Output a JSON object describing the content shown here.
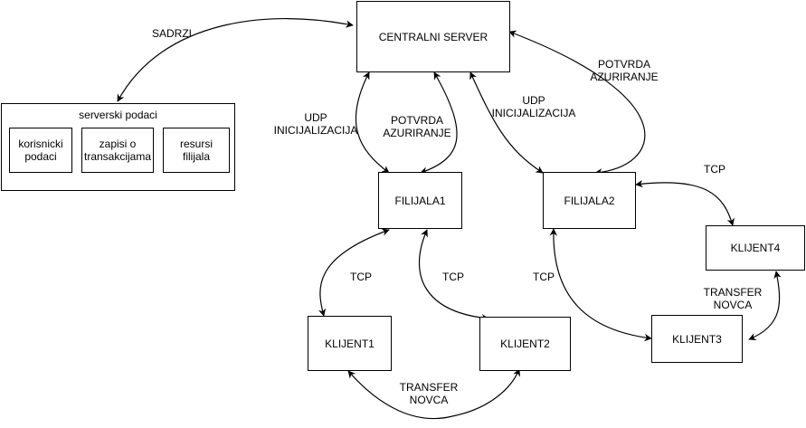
{
  "nodes": {
    "central_server": "CENTRALNI SERVER",
    "filijala1": "FILIJALA1",
    "filijala2": "FILIJALA2",
    "klijent1": "KLIJENT1",
    "klijent2": "KLIJENT2",
    "klijent3": "KLIJENT3",
    "klijent4": "KLIJENT4"
  },
  "data_store": {
    "title": "serverski podaci",
    "items": [
      "korisnicki\npodaci",
      "zapisi o\ntransakcijama",
      "resursi\nfilijala"
    ]
  },
  "edge_labels": {
    "sadrzi": "SADRZI",
    "udp_init_1": "UDP\nINICIJALIZACIJA",
    "potvrda_1": "POTVRDA\nAZURIRANJE",
    "udp_init_2": "UDP\nINICIJALIZACIJA",
    "potvrda_2": "POTVRDA\nAZURIRANJE",
    "tcp_k1": "TCP",
    "tcp_k2": "TCP",
    "tcp_k3": "TCP",
    "tcp_k4": "TCP",
    "transfer_12": "TRANSFER\nNOVCA",
    "transfer_34": "TRANSFER\nNOVCA"
  }
}
